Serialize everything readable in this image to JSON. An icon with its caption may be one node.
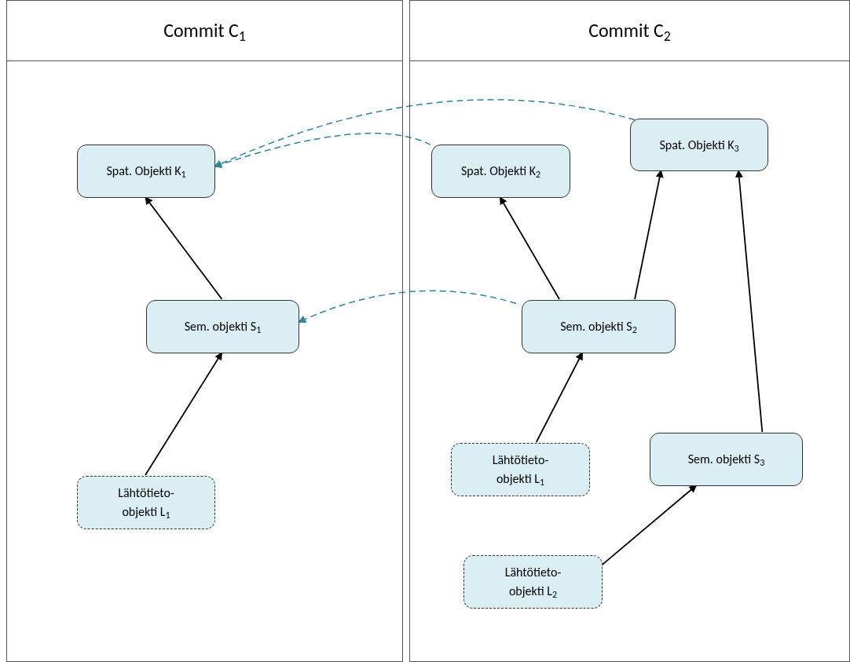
{
  "diagram": {
    "nodes": [
      {
        "text": [
          "Commit C$_{1}$"
        ]
      },
      {
        "text": [
          "Commit C$_{2}$"
        ]
      },
      {
        "text": [
          "Spat. Objekti K$_{1}$"
        ],
        "in": 0
      },
      {
        "text": [
          "Sem. objekti S$_{1}$"
        ],
        "in": 0
      },
      {
        "text": [
          "Lähtötieto-objekti L$_{1}$"
        ],
        "in": 0
      },
      {
        "text": [
          "Spat. Objekti K$_{2}$"
        ],
        "in": 1
      },
      {
        "text": [
          "Spat. Objekti K$_{3}$"
        ],
        "in": 1
      },
      {
        "text": [
          "Sem. objekti S$_{2}$"
        ],
        "in": 1
      },
      {
        "text": [
          "Lähtötieto-objekti L$_{1}$"
        ],
        "in": 1
      },
      {
        "text": [
          "Sem. objekti S$_{3}$"
        ],
        "in": 1
      },
      {
        "text": [
          "Lähtötieto-objekti L$_{2}$"
        ],
        "in": 1
      }
    ],
    "edges": [
      {
        "from": 3,
        "to": 2,
        "arrow": "to"
      },
      {
        "from": 4,
        "to": 3,
        "arrow": "to"
      },
      {
        "from": 7,
        "to": 5,
        "arrow": "to"
      },
      {
        "from": 7,
        "to": 6,
        "arrow": "to"
      },
      {
        "from": 8,
        "to": 7,
        "arrow": "to"
      },
      {
        "from": 9,
        "to": 6,
        "arrow": "to"
      },
      {
        "from": 10,
        "to": 9,
        "arrow": "to"
      },
      {
        "from": 5,
        "to": 2,
        "arrow": "to",
        "style": "dashed",
        "color": "#31849b"
      },
      {
        "from": 6,
        "to": 2,
        "arrow": "to",
        "style": "dashed",
        "color": "#31849b"
      },
      {
        "from": 7,
        "to": 3,
        "arrow": "to",
        "style": "dashed",
        "color": "#31849b"
      }
    ]
  }
}
